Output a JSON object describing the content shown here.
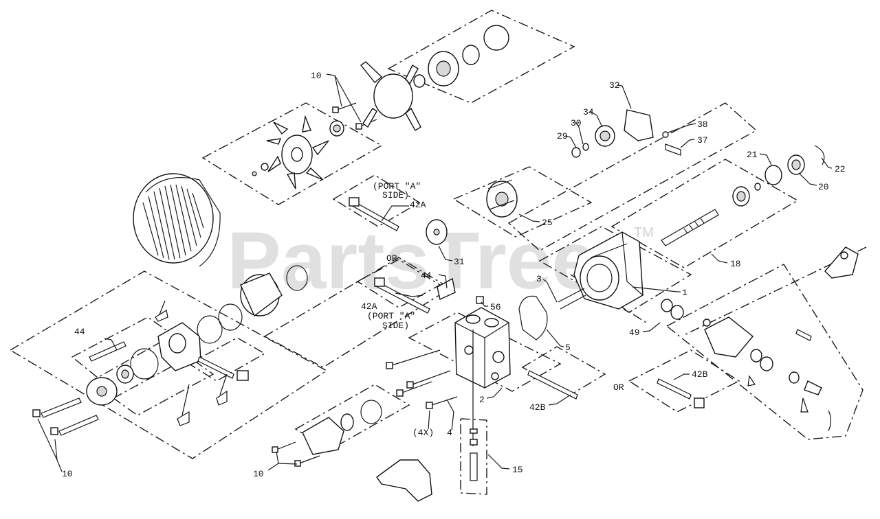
{
  "watermark": {
    "text": "PartsTree",
    "trademark": "TM"
  },
  "labels": {
    "l10a": "10",
    "l10b": "10",
    "l10c": "10",
    "l32": "32",
    "l34": "34",
    "l30": "30",
    "l29": "29",
    "l38": "38",
    "l37": "37",
    "l21": "21",
    "l22": "22",
    "l20": "20",
    "l42a_1": "42A",
    "port_a1": "(PORT \"A\"",
    "side1": "SIDE)",
    "l42a_2": "42A",
    "port_a2": "(PORT \"A\"",
    "side2": "SIDE)",
    "l25": "25",
    "l31": "31",
    "or1": "OR",
    "or2": "OR",
    "l18": "18",
    "l3": "3",
    "l1": "1",
    "l44a": "44",
    "l44b": "44",
    "l56": "56",
    "l5": "5",
    "l49": "49",
    "l42b_1": "42B",
    "l42b_2": "42B",
    "l2": "2",
    "l4": "4",
    "l4x": "(4X)",
    "l15": "15"
  }
}
